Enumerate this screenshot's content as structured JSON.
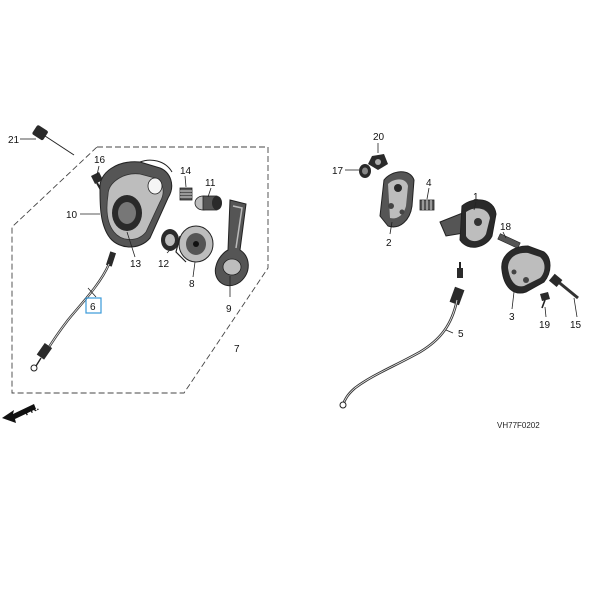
{
  "diagram": {
    "code": "VH77F0202",
    "direction": "FR.",
    "highlighted": "6",
    "labels": {
      "p1": "1",
      "p2": "2",
      "p3": "3",
      "p4": "4",
      "p5": "5",
      "p6": "6",
      "p7": "7",
      "p8": "8",
      "p9": "9",
      "p10": "10",
      "p11": "11",
      "p12": "12",
      "p13": "13",
      "p14": "14",
      "p15": "15",
      "p16": "16",
      "p17": "17",
      "p18": "18",
      "p19": "19",
      "p20": "20",
      "p21": "21"
    }
  },
  "colors": {
    "highlight": "#3a9ad9",
    "ink": "#222222"
  }
}
